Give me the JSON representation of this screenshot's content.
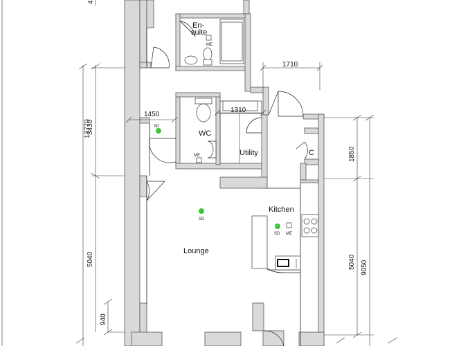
{
  "rooms": {
    "ensuite_line1": "En-",
    "ensuite_line2": "suite",
    "wc": "WC",
    "utility": "Utility",
    "cupboard": "C",
    "kitchen": "Kitchen",
    "lounge": "Lounge"
  },
  "markers": {
    "smoke_detector": "SD",
    "meter": "ME"
  },
  "dimensions": {
    "top_left_partial": "4",
    "overall_left": "13770",
    "left_upper": "3430",
    "left_lower": "5040",
    "left_bottom": "940",
    "hall_width": "1450",
    "wc_width": "1310",
    "top_right": "1710",
    "right_upper": "1850",
    "right_middle": "5040",
    "right_overall": "9050"
  },
  "colors": {
    "wall_fill": "#d9d9d9",
    "sensor_green": "#3fc43f"
  }
}
